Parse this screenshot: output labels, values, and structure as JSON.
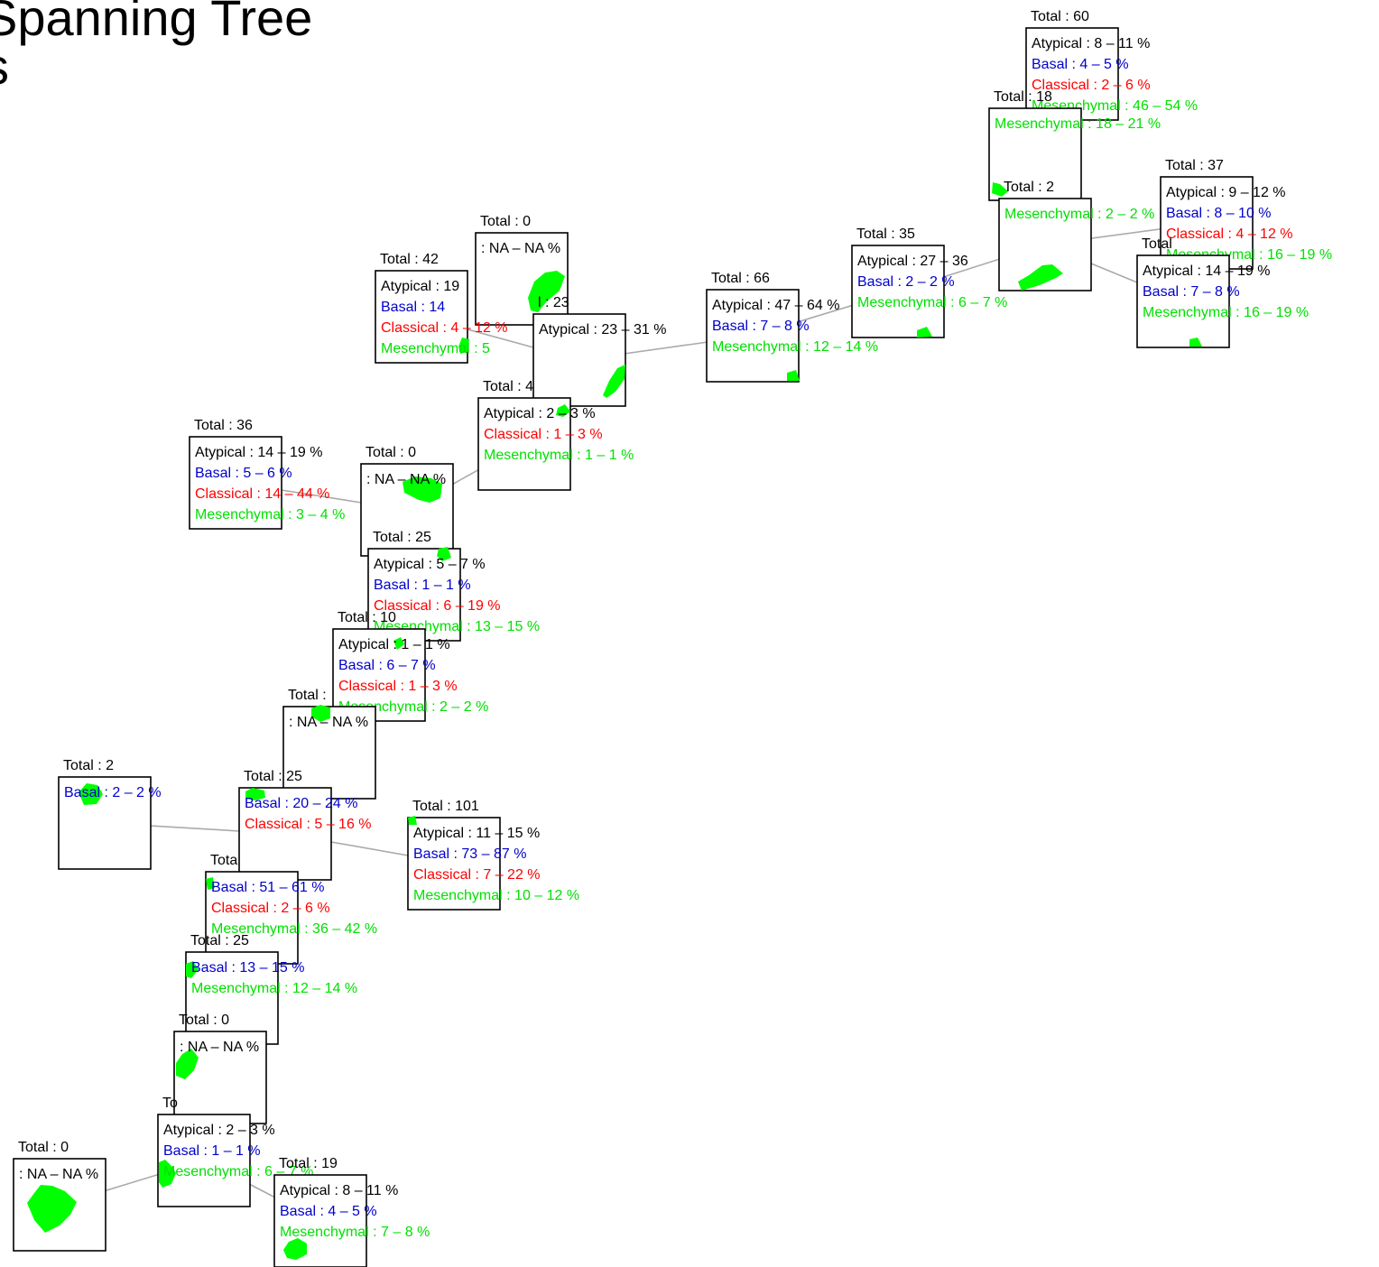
{
  "title": {
    "line1": "Spanning Tree",
    "line2": "s"
  },
  "colors": {
    "atypical": "#000000",
    "basal": "#0000cc",
    "classical": "#ff0000",
    "mesenchymal": "#00e000",
    "edge": "#aaaaaa",
    "blob": "#00ff00"
  },
  "nodes": [
    {
      "id": "n1",
      "total": "Total : 60",
      "lines": [
        {
          "cls": "atypical",
          "text": "Atypical : 8  –  11 %"
        },
        {
          "cls": "basal",
          "text": "Basal : 4  –  5 %"
        },
        {
          "cls": "classical",
          "text": "Classical : 2  –  6 %"
        },
        {
          "cls": "mesenchymal",
          "text": "Mesenchymal : 46  –  54 %"
        }
      ]
    },
    {
      "id": "n2",
      "total": "Total : 18",
      "lines": [
        {
          "cls": "mesenchymal",
          "text": "Mesenchymal : 18  –  21 %"
        }
      ]
    },
    {
      "id": "n3",
      "total": "Total : 2",
      "lines": [
        {
          "cls": "mesenchymal",
          "text": "Mesenchymal : 2  –  2 %"
        }
      ]
    },
    {
      "id": "n4",
      "total": "Total : 37",
      "lines": [
        {
          "cls": "atypical",
          "text": "Atypical : 9  –  12 %"
        },
        {
          "cls": "basal",
          "text": "Basal : 8  –  10 %"
        },
        {
          "cls": "classical",
          "text": "Classical : 4  –  12 %"
        },
        {
          "cls": "mesenchymal",
          "text": "Mesenchymal : 16  –  19 %"
        }
      ]
    },
    {
      "id": "n5",
      "total": "Total",
      "lines": [
        {
          "cls": "atypical",
          "text": "Atypical : 14  –  19 %"
        },
        {
          "cls": "basal",
          "text": "Basal : 7  –  8 %"
        },
        {
          "cls": "mesenchymal",
          "text": "Mesenchymal : 16  –  19 %"
        }
      ]
    },
    {
      "id": "n6",
      "total": "Total : 35",
      "lines": [
        {
          "cls": "atypical",
          "text": "Atypical : 27  –  36"
        },
        {
          "cls": "basal",
          "text": "Basal : 2  –  2 %"
        },
        {
          "cls": "mesenchymal",
          "text": "Mesenchymal : 6  –  7 %"
        }
      ]
    },
    {
      "id": "n7",
      "total": "Total : 66",
      "lines": [
        {
          "cls": "atypical",
          "text": "Atypical : 47  –  64 %"
        },
        {
          "cls": "basal",
          "text": "Basal : 7  –  8 %"
        },
        {
          "cls": "mesenchymal",
          "text": "Mesenchymal : 12  –  14 %"
        }
      ]
    },
    {
      "id": "n8",
      "total": "Total : 0",
      "lines": [
        {
          "cls": "atypical",
          "text": ": NA  –  NA %"
        }
      ]
    },
    {
      "id": "n9",
      "total": "Total : 42",
      "lines": [
        {
          "cls": "atypical",
          "text": "Atypical : 19"
        },
        {
          "cls": "basal",
          "text": "Basal : 14"
        },
        {
          "cls": "classical",
          "text": "Classical : 4  –  12 %"
        },
        {
          "cls": "mesenchymal",
          "text": "Mesenchymal : 5"
        }
      ]
    },
    {
      "id": "n10",
      "total": "l : 23",
      "lines": [
        {
          "cls": "atypical",
          "text": "Atypical : 23  –  31 %"
        }
      ]
    },
    {
      "id": "n11",
      "total": "Total : 4",
      "lines": [
        {
          "cls": "atypical",
          "text": "Atypical : 2  –  3 %"
        },
        {
          "cls": "classical",
          "text": "Classical : 1  –  3 %"
        },
        {
          "cls": "mesenchymal",
          "text": "Mesenchymal : 1  –  1 %"
        }
      ]
    },
    {
      "id": "n12",
      "total": "Total : 36",
      "lines": [
        {
          "cls": "atypical",
          "text": "Atypical : 14  –  19 %"
        },
        {
          "cls": "basal",
          "text": "Basal : 5  –  6 %"
        },
        {
          "cls": "classical",
          "text": "Classical : 14  –  44 %"
        },
        {
          "cls": "mesenchymal",
          "text": "Mesenchymal : 3  –  4 %"
        }
      ]
    },
    {
      "id": "n13",
      "total": "Total : 0",
      "lines": [
        {
          "cls": "atypical",
          "text": ": NA  –  NA %"
        }
      ]
    },
    {
      "id": "n14",
      "total": "Total : 25",
      "lines": [
        {
          "cls": "atypical",
          "text": "Atypical : 5  –  7 %"
        },
        {
          "cls": "basal",
          "text": "Basal : 1  –  1 %"
        },
        {
          "cls": "classical",
          "text": "Classical : 6  –  19 %"
        },
        {
          "cls": "mesenchymal",
          "text": "Mesenchymal : 13  –  15 %"
        }
      ]
    },
    {
      "id": "n15",
      "total": "Total : 10",
      "lines": [
        {
          "cls": "atypical",
          "text": "Atypical : 1  –  1 %"
        },
        {
          "cls": "basal",
          "text": "Basal : 6  –  7 %"
        },
        {
          "cls": "classical",
          "text": "Classical : 1  –  3 %"
        },
        {
          "cls": "mesenchymal",
          "text": "Mesenchymal : 2  –  2 %"
        }
      ]
    },
    {
      "id": "n16",
      "total": "Total :",
      "lines": [
        {
          "cls": "atypical",
          "text": ": NA  –  NA %"
        }
      ]
    },
    {
      "id": "n17",
      "total": "Total : 2",
      "lines": [
        {
          "cls": "basal",
          "text": "Basal : 2  –  2 %"
        }
      ]
    },
    {
      "id": "n18",
      "total": "Total : 25",
      "lines": [
        {
          "cls": "basal",
          "text": "Basal : 20  –  24 %"
        },
        {
          "cls": "classical",
          "text": "Classical : 5  –  16 %"
        }
      ]
    },
    {
      "id": "n19",
      "total": "Total : 101",
      "lines": [
        {
          "cls": "atypical",
          "text": "Atypical : 11  –  15 %"
        },
        {
          "cls": "basal",
          "text": "Basal : 73  –  87 %"
        },
        {
          "cls": "classical",
          "text": "Classical : 7  –  22 %"
        },
        {
          "cls": "mesenchymal",
          "text": "Mesenchymal : 10  –  12 %"
        }
      ]
    },
    {
      "id": "n20",
      "total": "Tota",
      "lines": [
        {
          "cls": "basal",
          "text": "Basal : 51  –  61 %"
        },
        {
          "cls": "classical",
          "text": "Classical : 2  –  6 %"
        },
        {
          "cls": "mesenchymal",
          "text": "Mesenchymal : 36  –  42 %"
        }
      ]
    },
    {
      "id": "n21",
      "total": "Total : 25",
      "lines": [
        {
          "cls": "basal",
          "text": "Basal : 13  –  15 %"
        },
        {
          "cls": "mesenchymal",
          "text": "Mesenchymal : 12  –  14 %"
        }
      ]
    },
    {
      "id": "n22",
      "total": "Total : 0",
      "lines": [
        {
          "cls": "atypical",
          "text": ": NA  –  NA %"
        }
      ]
    },
    {
      "id": "n23",
      "total": "To",
      "lines": [
        {
          "cls": "atypical",
          "text": "Atypical : 2  –  3 %"
        },
        {
          "cls": "basal",
          "text": "Basal : 1  –  1 %"
        },
        {
          "cls": "mesenchymal",
          "text": "Mesenchymal : 6  –  7 %"
        }
      ]
    },
    {
      "id": "n24",
      "total": "Total : 0",
      "lines": [
        {
          "cls": "atypical",
          "text": ": NA  –  NA %"
        }
      ]
    },
    {
      "id": "n25",
      "total": "Total : 19",
      "lines": [
        {
          "cls": "atypical",
          "text": "Atypical : 8  –  11 %"
        },
        {
          "cls": "basal",
          "text": "Basal : 4  –  5 %"
        },
        {
          "cls": "mesenchymal",
          "text": "Mesenchymal : 7  –  8 %"
        }
      ]
    }
  ],
  "edges": [
    [
      "n3",
      "n4"
    ],
    [
      "n3",
      "n5"
    ],
    [
      "n6",
      "n3"
    ],
    [
      "n7",
      "n6"
    ],
    [
      "n10",
      "n7"
    ],
    [
      "n9",
      "n10"
    ],
    [
      "n10",
      "n11"
    ],
    [
      "n12",
      "n13"
    ],
    [
      "n13",
      "n11"
    ],
    [
      "n13",
      "n14"
    ],
    [
      "n14",
      "n15"
    ],
    [
      "n15",
      "n16"
    ],
    [
      "n16",
      "n18"
    ],
    [
      "n17",
      "n18"
    ],
    [
      "n18",
      "n19"
    ],
    [
      "n18",
      "n20"
    ],
    [
      "n20",
      "n21"
    ],
    [
      "n21",
      "n22"
    ],
    [
      "n22",
      "n23"
    ],
    [
      "n24",
      "n23"
    ],
    [
      "n23",
      "n25"
    ],
    [
      "n2",
      "n3"
    ]
  ]
}
